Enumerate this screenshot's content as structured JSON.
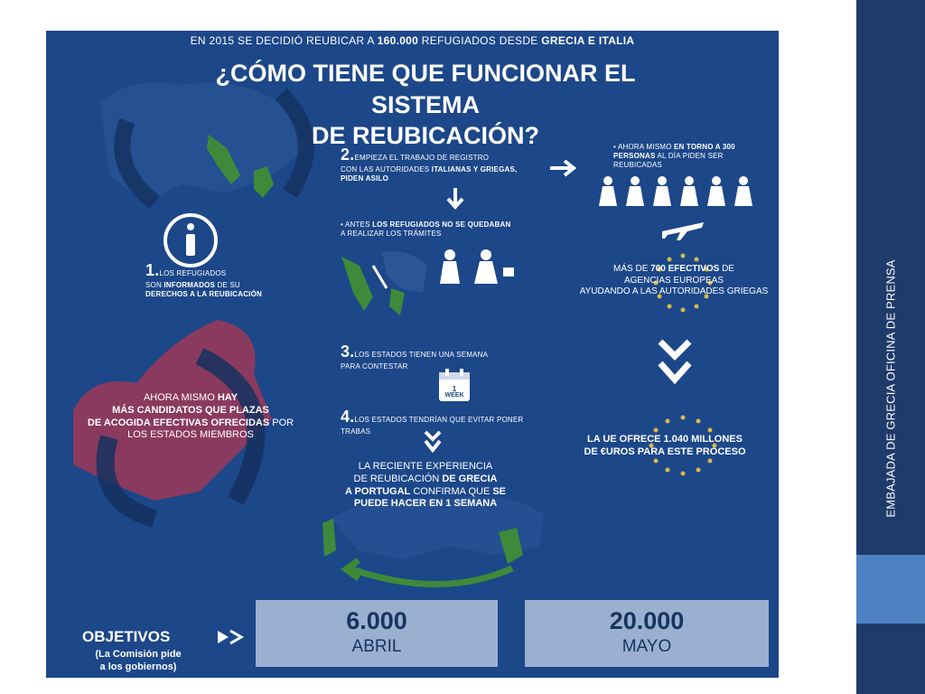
{
  "side_caption": "EMBAJADA DE GRECIA OFICINA DE PRENSA",
  "poster": {
    "top_line": {
      "a": "EN 2015 SE DECIDIÓ REUBICAR A ",
      "b": "160.000",
      "c": "  REFUGIADOS DESDE ",
      "d": "GRECIA E ITALIA"
    },
    "title_line1": "¿CÓMO TIENE QUE FUNCIONAR EL SISTEMA",
    "title_line2": "DE REUBICACIÓN?",
    "step1": {
      "num": "1.",
      "a": "LOS REFUGIADOS",
      "b": "SON ",
      "c": "INFORMADOS",
      "d": " DE SU",
      "e": "DERECHOS A LA REUBICACIÓN"
    },
    "step2": {
      "num": "2.",
      "a": "EMPIEZA EL TRABAJO DE REGISTRO",
      "b": "CON LAS  AUTORIDADES ",
      "c": "ITALIANAS Y GRIEGAS,",
      "d": "PIDEN ASILO"
    },
    "before": {
      "a": "• ANTES ",
      "b": "LOS REFUGIADOS NO SE QUEDABAN",
      "c": "A REALIZAR LOS TRÁMITES"
    },
    "now300": {
      "a": "• AHORA MISMO ",
      "b": "EN TORNO A 300",
      "c": "PERSONAS",
      "d": " AL DÍA PIDEN SER",
      "e": "REUBICADAS"
    },
    "staff": {
      "a": "MÁS DE ",
      "b": "700 EFECTIVOS",
      "c": " DE",
      "d": "AGENCIAS EUROPEAS",
      "e": "AYUDANDO A LAS AUTORIDADES GRIEGAS"
    },
    "step3": {
      "num": "3.",
      "a": "LOS ESTADOS TIENEN UNA SEMANA",
      "b": "PARA CONTESTAR"
    },
    "calendar": {
      "a": "1",
      "b": "WEEK"
    },
    "step4": {
      "num": "4.",
      "a": "LOS ESTADOS TENDRÍAN QUE EVITAR PONER",
      "b": "TRABAS"
    },
    "candidates": {
      "a": "AHORA MISMO ",
      "b": "HAY",
      "c": "MÁS CANDIDATOS QUE PLAZAS",
      "d": "DE ACOGIDA EFECTIVAS OFRECIDAS",
      "e": " POR",
      "f": "LOS ESTADOS MIEMBROS"
    },
    "portugal": {
      "a": "LA RECIENTE EXPERIENCIA",
      "b": "DE REUBICACIÓN ",
      "c": "DE GRECIA",
      "d": "A PORTUGAL",
      "e": " CONFIRMA QUE ",
      "f": "SE",
      "g": "PUEDE HACER EN 1 SEMANA"
    },
    "eu_offer": {
      "a": "LA UE OFRECE 1.040 MILLONES",
      "b": "DE €UROS PARA ESTE PROCESO"
    },
    "objectives": {
      "title": "OBJETIVOS",
      "sub1": "(La Comisión pide",
      "sub2": "a los gobiernos)"
    },
    "targets": [
      {
        "value": "6.000",
        "label": "ABRIL"
      },
      {
        "value": "20.000",
        "label": "MAYO"
      }
    ]
  },
  "colors": {
    "poster_bg": "#1c4789",
    "sidebar": "#1f3b6b",
    "accent": "#4f82c4",
    "map_highlight": "#3f8a3a",
    "map_red": "#8a3a5e",
    "box": "#9bb0d0",
    "star": "#d9b84a"
  }
}
